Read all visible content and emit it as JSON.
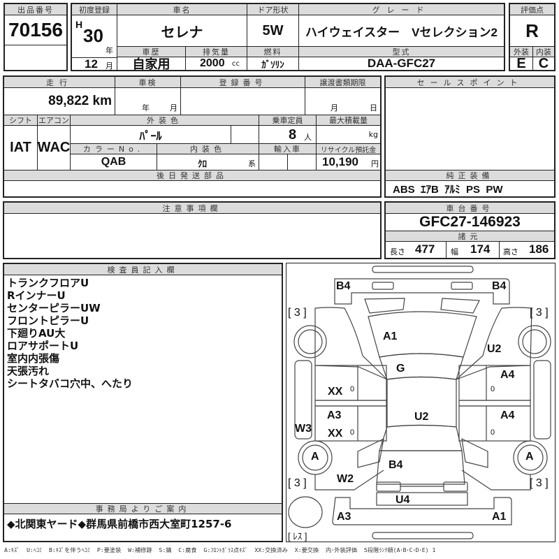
{
  "lot": {
    "label": "出品番号",
    "value": "70156"
  },
  "first_reg": {
    "label": "初度登録",
    "era": "H",
    "year": "30",
    "year_unit": "年",
    "month": "12",
    "month_unit": "月"
  },
  "car_name": {
    "label": "車名",
    "value": "セレナ"
  },
  "door": {
    "label": "ドア形状",
    "value": "5W"
  },
  "grade": {
    "label": "グレード",
    "value": "ハイウェイスター　Vセレクション2"
  },
  "score": {
    "label": "評価点",
    "value": "R",
    "ext_label": "外装",
    "ext": "E",
    "int_label": "内装",
    "int": "C"
  },
  "history": {
    "label": "車歴",
    "value": "自家用"
  },
  "displacement": {
    "label": "排気量",
    "value": "2000",
    "unit": "cc"
  },
  "fuel": {
    "label": "燃料",
    "value": "ｶﾞｿﾘﾝ"
  },
  "model": {
    "label": "型式",
    "value": "DAA-GFC27"
  },
  "mileage": {
    "label": "走行",
    "value": "89,822 km"
  },
  "inspection": {
    "label": "車検",
    "year_unit": "年",
    "month_unit": "月"
  },
  "plate": {
    "label": "登録番号",
    "value": ""
  },
  "transfer": {
    "label": "譲渡書類期限",
    "month_unit": "月",
    "day_unit": "日"
  },
  "shift": {
    "label": "シフト",
    "value": "IAT"
  },
  "ac": {
    "label": "エアコン",
    "value": "WAC"
  },
  "ext_color": {
    "label": "外装色",
    "value": "ﾊﾟｰﾙ"
  },
  "capacity": {
    "label": "乗車定員",
    "value": "8",
    "unit": "人"
  },
  "max_load": {
    "label": "最大積載量",
    "unit": "kg"
  },
  "color_no": {
    "label": "カラーNo.",
    "value": "QAB"
  },
  "int_color": {
    "label": "内装色",
    "value": "ｸﾛ",
    "suffix": "系"
  },
  "import": {
    "label": "輸入車"
  },
  "recycle": {
    "label": "リサイクル預託金",
    "value": "10,190",
    "unit": "円"
  },
  "later_parts": {
    "label": "後日発送部品"
  },
  "sales_point": {
    "label": "セールスポイント"
  },
  "equipment": {
    "label": "純正装備",
    "value": "ABS  ｴｱB  ｱﾙﾐ  PS  PW"
  },
  "chassis": {
    "label": "車台番号",
    "value": "GFC27-146923"
  },
  "specs": {
    "label": "諸元",
    "length_label": "長さ",
    "length": "477",
    "width_label": "幅",
    "width": "174",
    "height_label": "高さ",
    "height": "186"
  },
  "caution": {
    "label": "注意事項欄"
  },
  "inspector": {
    "label": "検査員記入欄",
    "lines": [
      "トランクフロアU",
      "RインナーU",
      "センターピラーUW",
      "フロントピラーU",
      "下廻りAU大",
      "ロアサポートU",
      "室内内張傷",
      "天張汚れ",
      "シートタバコ穴中、へたり"
    ]
  },
  "office": {
    "label": "事務局よりご案内",
    "value": "◆北関東ヤード◆群馬県前橋市西大室町1257-6"
  },
  "diagram": {
    "marks": {
      "b4_fl": "B4",
      "b4_fr": "B4",
      "a1_hood": "A1",
      "u2_fr": "U2",
      "g": "G",
      "xx_fl": "XX",
      "a4_fr": "A4",
      "a3_rl": "A3",
      "xx_rl": "XX",
      "w3": "W3",
      "u2_roof": "U2",
      "a4_rr": "A4",
      "a_wl": "A",
      "a_wr": "A",
      "b4_rear": "B4",
      "w2": "W2",
      "u4": "U4",
      "a3_rb": "A3",
      "a1_rb": "A1"
    },
    "tire_tl": "[ 3 ]",
    "tire_tr": "[ 3 ]",
    "tire_bl": "[ 3 ]",
    "tire_br": "[ 3 ]",
    "spare": "[ ﾚｽ ]",
    "zero": "0"
  },
  "legend": "A:ｷｽﾞ  U:ﾍｺﾐ  B:ｷｽﾞを伴うﾍｺﾐ  P:要塗装  W:補修跡  S:錆  C:腐食  G:ﾌﾛﾝﾄｶﾞﾗｽ点ｷｽﾞ  XX:交換済み  X:要交換  内･外装評価  5段階ﾗﾝｸ順(A･B･C･D･E) 1"
}
